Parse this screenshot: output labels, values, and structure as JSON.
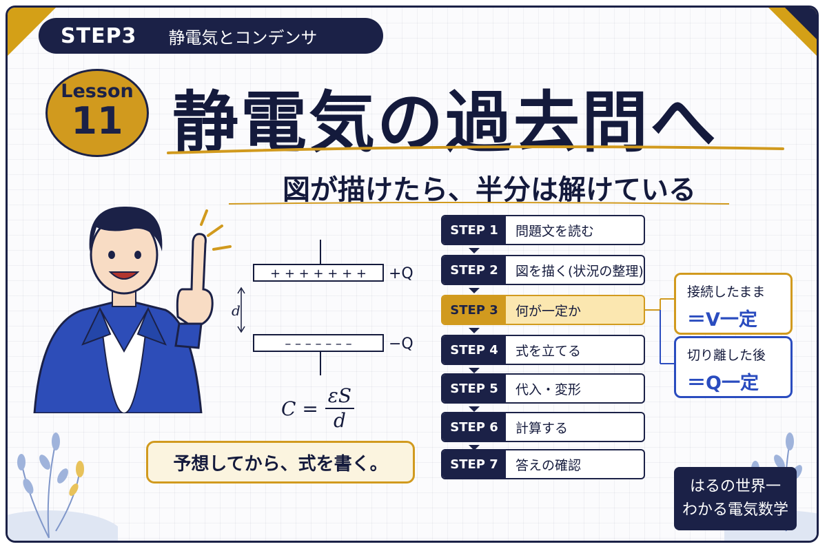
{
  "header": {
    "step_label": "STEP3",
    "step_topic": "静電気とコンデンサ"
  },
  "lesson": {
    "label": "Lesson",
    "number": "11"
  },
  "title": "静電気の過去問へ",
  "subtitle": "図が描けたら、半分は解けている",
  "diagram": {
    "plus_signs": "+ + + + + + +",
    "minus_signs": "– – – – – – –",
    "plus_charge": "+Q",
    "minus_charge": "−Q",
    "distance": "d",
    "formula_lhs": "C =",
    "formula_num": "εS",
    "formula_den": "d"
  },
  "note": "予想してから、式を書く。",
  "steps": [
    {
      "num": "STEP 1",
      "text": "問題文を読む"
    },
    {
      "num": "STEP 2",
      "text": "図を描く(状況の整理)"
    },
    {
      "num": "STEP 3",
      "text": "何が一定か",
      "active": true
    },
    {
      "num": "STEP 4",
      "text": "式を立てる"
    },
    {
      "num": "STEP 5",
      "text": "代入・変形"
    },
    {
      "num": "STEP 6",
      "text": "計算する"
    },
    {
      "num": "STEP 7",
      "text": "答えの確認"
    }
  ],
  "callouts": {
    "connected": {
      "line1": "接続したまま",
      "line2": "＝V一定"
    },
    "detached": {
      "line1": "切り離した後",
      "line2": "＝Q一定"
    }
  },
  "brand": {
    "line1": "はるの世界一",
    "line2": "わかる電気数学"
  },
  "colors": {
    "navy": "#1b2147",
    "gold": "#d19a1e",
    "blue": "#2a4cbf",
    "cream": "#fbe7b0"
  }
}
